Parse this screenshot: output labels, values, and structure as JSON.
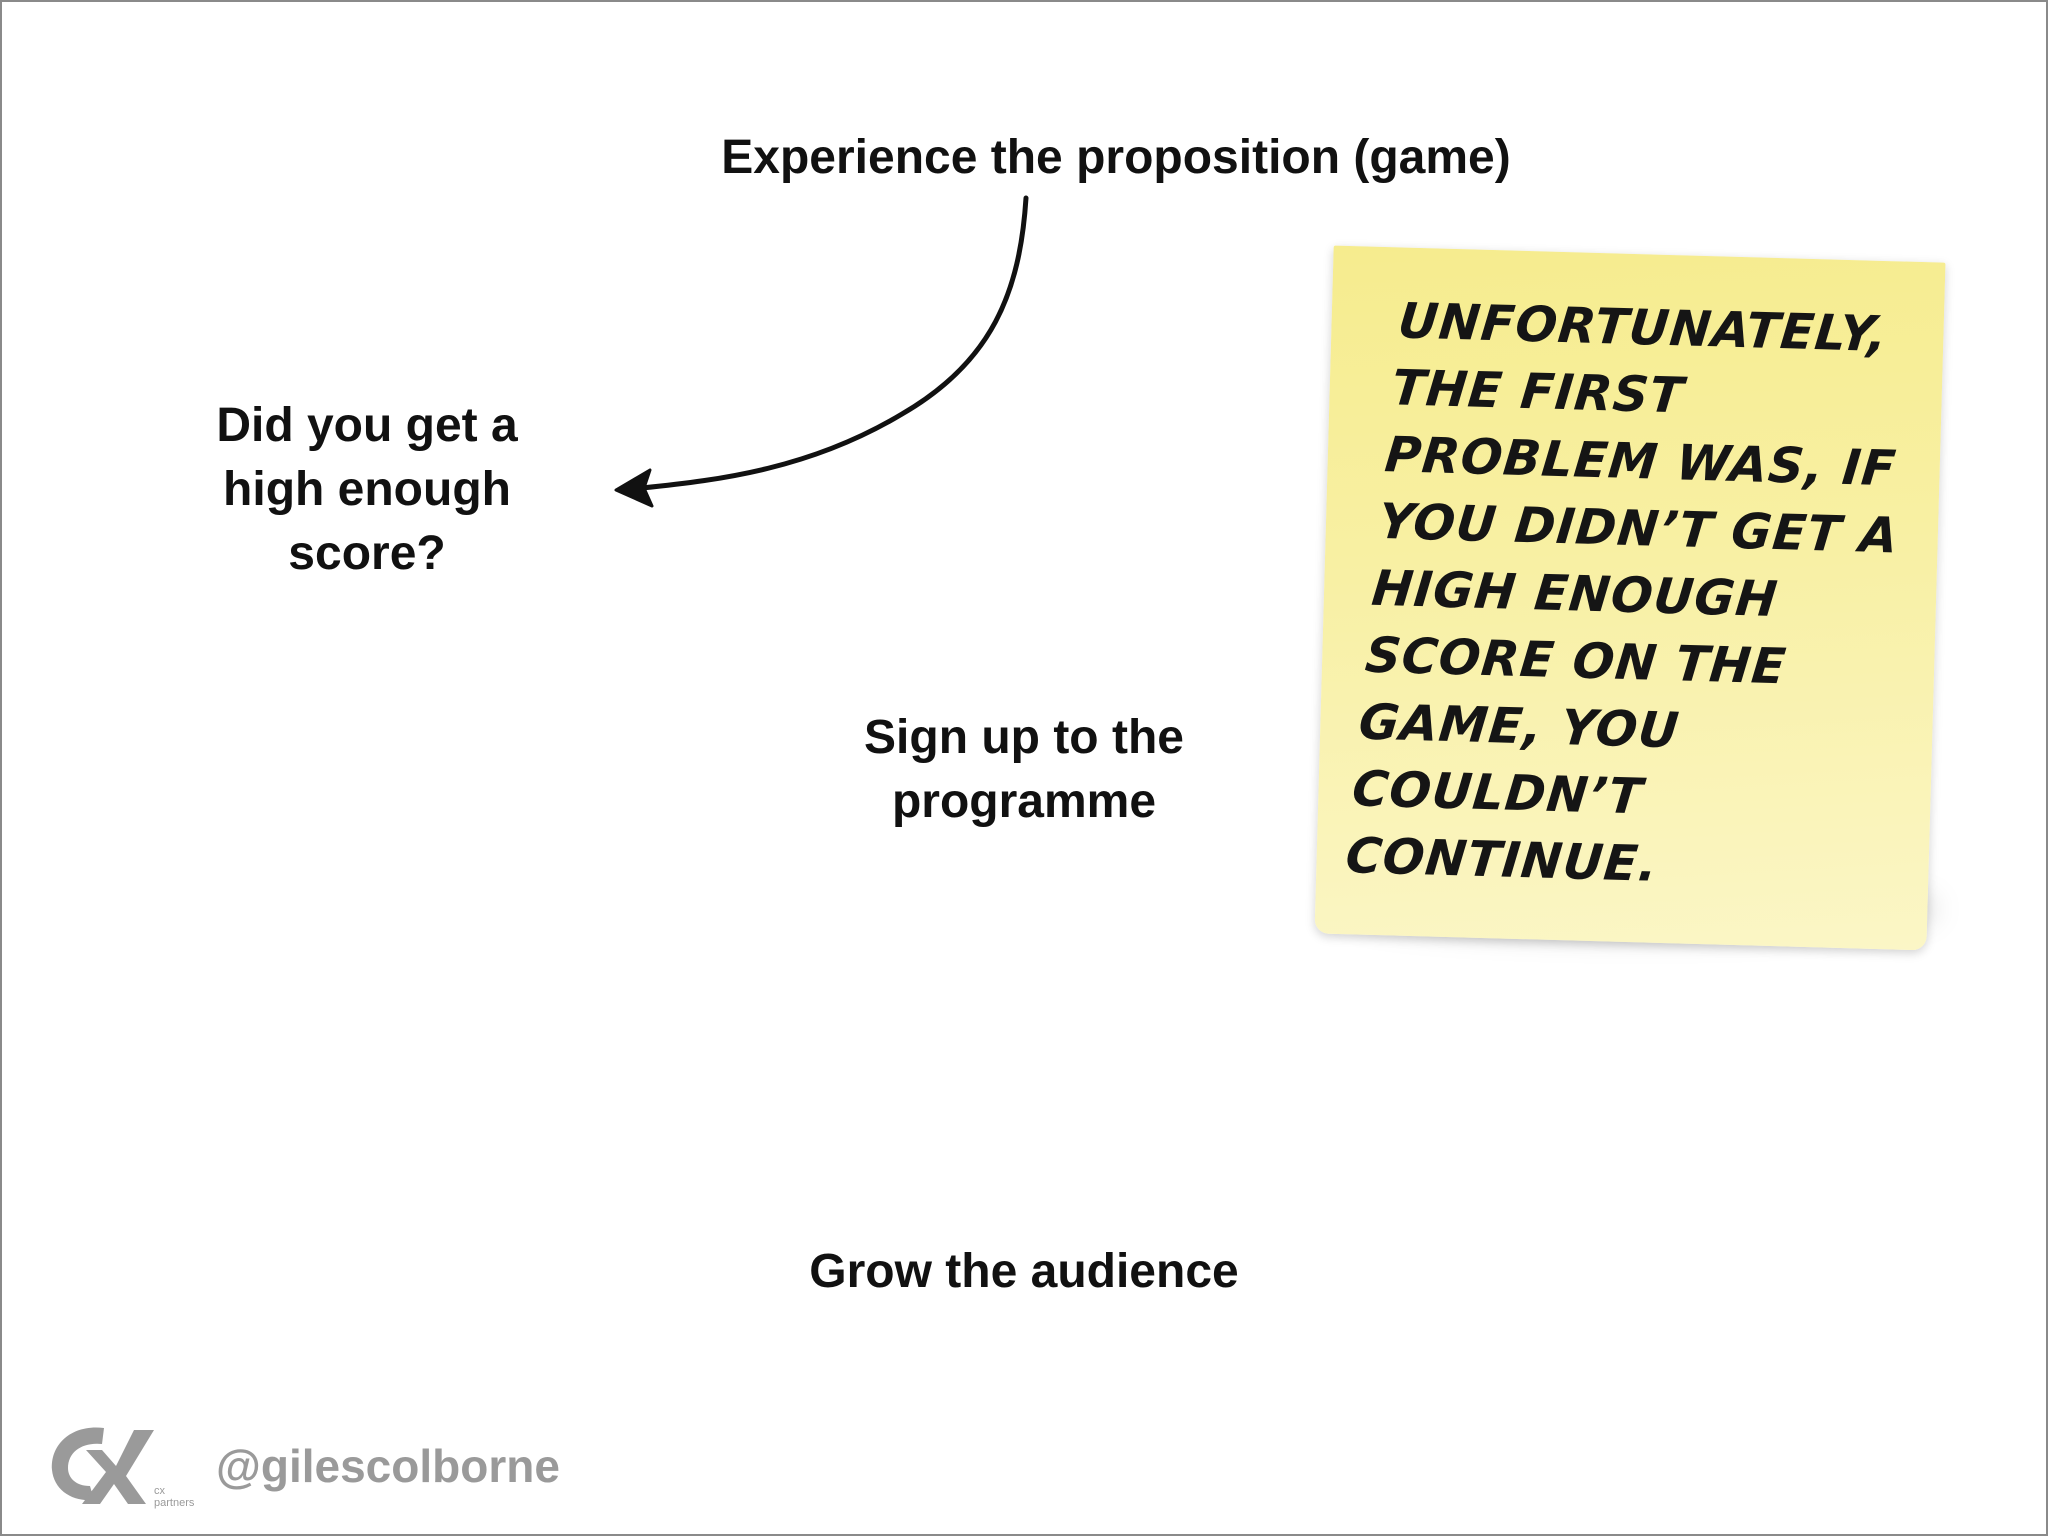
{
  "nodes": {
    "experience": "Experience the proposition (game)",
    "score": "Did you get a\nhigh enough\nscore?",
    "signup": "Sign up to the\nprogramme",
    "grow": "Grow the audience"
  },
  "sticky_note": {
    "text": "Unfortunately, the first problem was, if you didn’t get a high enough score on the game, you couldn’t continue.",
    "color": "#f8f0a4"
  },
  "footer": {
    "handle": "@gilescolborne",
    "logo_text": "cx partners",
    "logo_icon": "cx-partners-logo"
  },
  "colors": {
    "text": "#111111",
    "footer_text": "#9a9a9a",
    "border": "#8a8a8a"
  }
}
